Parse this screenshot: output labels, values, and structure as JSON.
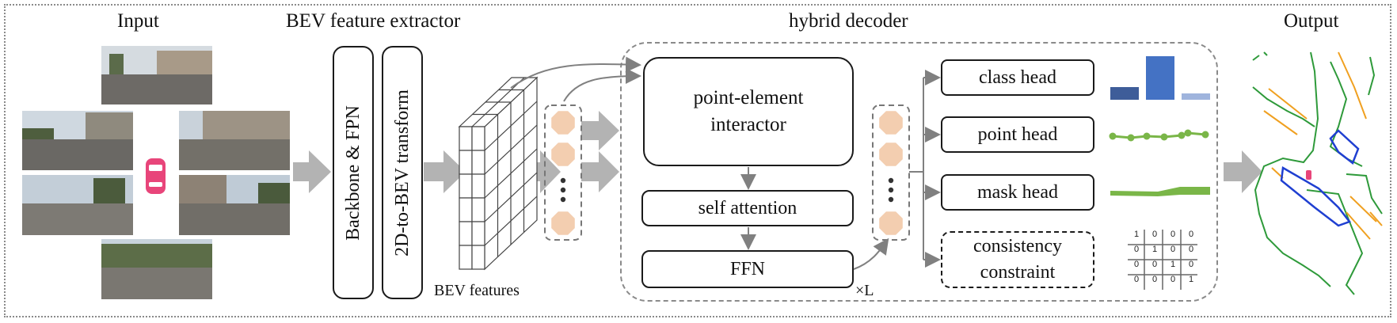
{
  "headers": {
    "input": "Input",
    "extractor": "BEV feature extractor",
    "decoder": "hybrid decoder",
    "output": "Output"
  },
  "extractor": {
    "backbone": "Backbone & FPN",
    "transform": "2D-to-BEV transform",
    "bev_features": "BEV features"
  },
  "decoder": {
    "interactor_line1": "point-element",
    "interactor_line2": "interactor",
    "self_attention": "self attention",
    "ffn": "FFN",
    "repeat": "×L"
  },
  "heads": {
    "class": "class head",
    "point": "point head",
    "mask": "mask head",
    "consistency_line1": "consistency",
    "consistency_line2": "constraint"
  },
  "matrix": [
    [
      "1",
      "0",
      "0",
      "0"
    ],
    [
      "0",
      "1",
      "0",
      "0"
    ],
    [
      "0",
      "0",
      "1",
      "0"
    ],
    [
      "0",
      "0",
      "0",
      "1"
    ]
  ],
  "colors": {
    "query": "#f3ceb0",
    "class_dark": "#3e5d99",
    "class_mid": "#4472c4",
    "class_light": "#9fb4dd",
    "point_green": "#7ab648",
    "map_blue": "#1f3fd1",
    "map_orange": "#f0a020",
    "map_green": "#2e9a3a",
    "arrow_gray": "#b3b3b3"
  }
}
